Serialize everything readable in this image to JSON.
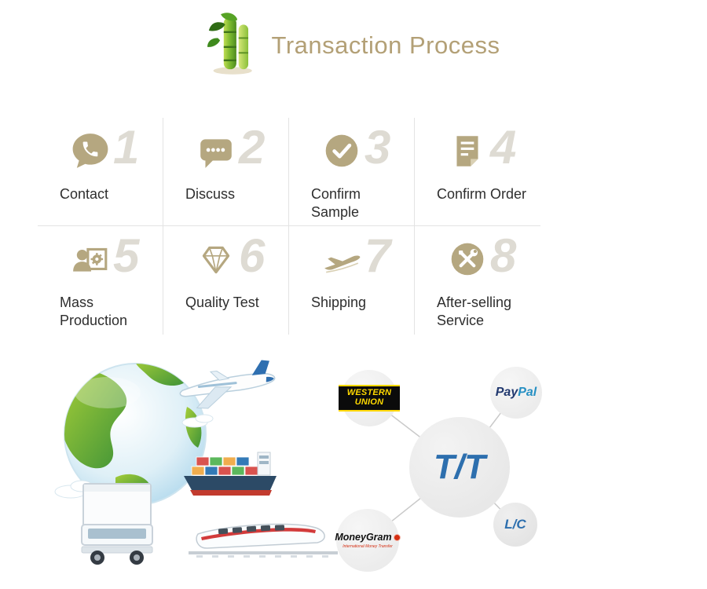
{
  "header": {
    "title": "Transaction Process"
  },
  "steps": [
    {
      "num": "1",
      "label": "Contact"
    },
    {
      "num": "2",
      "label": "Discuss"
    },
    {
      "num": "3",
      "label": "Confirm Sample"
    },
    {
      "num": "4",
      "label": "Confirm Order"
    },
    {
      "num": "5",
      "label": "Mass Production"
    },
    {
      "num": "6",
      "label": "Quality Test"
    },
    {
      "num": "7",
      "label": "Shipping"
    },
    {
      "num": "8",
      "label": "After-selling Service"
    }
  ],
  "payment": {
    "center": "T/T",
    "western_union": {
      "line1": "WESTERN",
      "line2": "UNION"
    },
    "paypal": {
      "part1": "Pay",
      "part2": "Pal"
    },
    "moneygram": {
      "label": "MoneyGram",
      "tagline": "International Money Transfer"
    },
    "lc": "L/C"
  },
  "colors": {
    "accent": "#b3a076",
    "step_icon": "#b5a780",
    "step_number": "#dedbd3",
    "divider": "#e3e3e3",
    "tt_blue": "#2d6fae",
    "paypal_dark": "#22396f",
    "paypal_light": "#2790c3",
    "western_union_yellow": "#ffd900",
    "western_union_black": "#0b0b0b",
    "moneygram_red": "#d42e12"
  }
}
